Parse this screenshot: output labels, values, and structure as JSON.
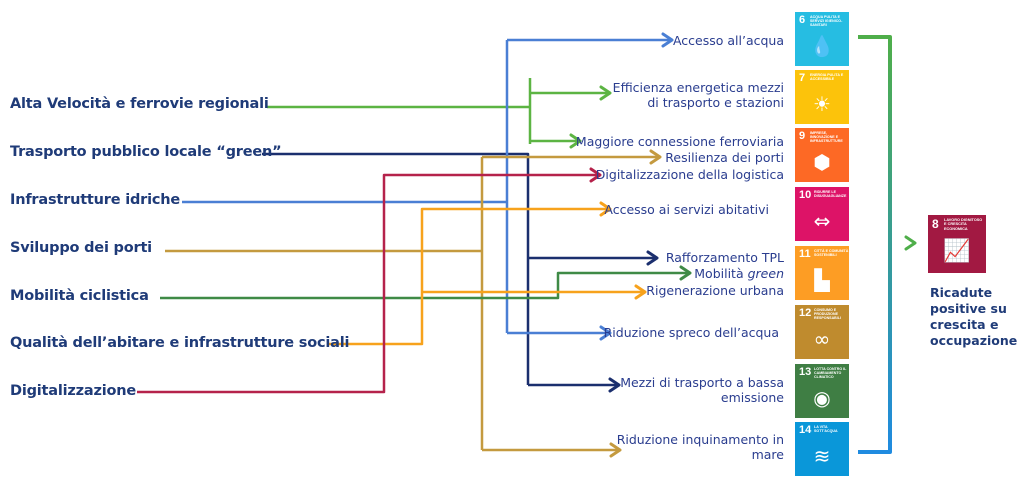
{
  "colors": {
    "text_navy": "#1f3b78",
    "line_light_green": "#5cb443",
    "line_navy": "#1b2f6e",
    "line_blue": "#4a7fd4",
    "line_ochre": "#c49a3f",
    "line_dark_green": "#3f8a46",
    "line_orange": "#f7a21c",
    "line_crimson": "#b5224b",
    "bracket_top": "#4fae4a",
    "bracket_bottom": "#1f8be0"
  },
  "sources": [
    {
      "id": "alta-velocita",
      "label": "Alta Velocità e ferrovie regionali"
    },
    {
      "id": "tpl-green",
      "label": "Trasporto pubblico locale “green”"
    },
    {
      "id": "infrastrutture-idriche",
      "label": "Infrastrutture idriche"
    },
    {
      "id": "sviluppo-porti",
      "label": "Sviluppo dei porti"
    },
    {
      "id": "mobilita-ciclistica",
      "label": "Mobilità ciclistica"
    },
    {
      "id": "qualita-abitare",
      "label": "Qualità dell’abitare e infrastrutture sociali"
    },
    {
      "id": "digitalizzazione",
      "label": "Digitalizzazione"
    }
  ],
  "outcomes": [
    {
      "id": "accesso-acqua",
      "lines": [
        "Accesso all’acqua"
      ]
    },
    {
      "id": "efficienza-energetica",
      "lines": [
        "Efficienza energetica mezzi",
        "di trasporto e stazioni"
      ]
    },
    {
      "id": "connessione-ferroviaria",
      "lines": [
        "Maggiore connessione ferroviaria"
      ]
    },
    {
      "id": "resilienza-porti",
      "lines": [
        "Resilienza dei porti"
      ]
    },
    {
      "id": "digitalizzazione-logistica",
      "lines": [
        "Digitalizzazione della logistica"
      ]
    },
    {
      "id": "servizi-abitativi",
      "lines": [
        "Accesso ai servizi abitativi"
      ]
    },
    {
      "id": "rafforzamento-tpl",
      "lines": [
        "Rafforzamento TPL"
      ]
    },
    {
      "id": "mobilita-green",
      "lines": [
        "Mobilità"
      ],
      "italic_suffix": "green"
    },
    {
      "id": "rigenerazione-urbana",
      "lines": [
        "Rigenerazione urbana"
      ]
    },
    {
      "id": "spreco-acqua",
      "lines": [
        "Riduzione spreco dell’acqua"
      ]
    },
    {
      "id": "mezzi-bassa-emissione",
      "lines": [
        "Mezzi di trasporto a bassa",
        "emissione"
      ]
    },
    {
      "id": "inquinamento-mare",
      "lines": [
        "Riduzione inquinamento in",
        "mare"
      ]
    }
  ],
  "sdg_goals": [
    {
      "number": "6",
      "title": "Acqua pulita e servizi igienico-sanitari",
      "color": "#26bde2",
      "icon": "water-drop-icon",
      "glyph": "💧"
    },
    {
      "number": "7",
      "title": "Energia pulita e accessibile",
      "color": "#fcc30b",
      "icon": "sun-icon",
      "glyph": "☀"
    },
    {
      "number": "9",
      "title": "Imprese, innovazione e infrastrutture",
      "color": "#fd6925",
      "icon": "cubes-icon",
      "glyph": "⬢"
    },
    {
      "number": "10",
      "title": "Ridurre le disuguaglianze",
      "color": "#dd1367",
      "icon": "equality-arrows-icon",
      "glyph": "⇔"
    },
    {
      "number": "11",
      "title": "Città e comunità sostenibili",
      "color": "#fd9d24",
      "icon": "city-buildings-icon",
      "glyph": "▙"
    },
    {
      "number": "12",
      "title": "Consumo e produzione responsabili",
      "color": "#bf8b2e",
      "icon": "infinity-icon",
      "glyph": "∞"
    },
    {
      "number": "13",
      "title": "Lotta contro il cambiamento climatico",
      "color": "#3f7e44",
      "icon": "eye-globe-icon",
      "glyph": "◉"
    },
    {
      "number": "14",
      "title": "La vita sott'acqua",
      "color": "#0a97d9",
      "icon": "fish-icon",
      "glyph": "≋"
    }
  ],
  "final_goal": {
    "number": "8",
    "title": "Lavoro dignitoso e crescita economica",
    "color": "#a21942",
    "icon": "growth-chart-icon",
    "glyph": "📈",
    "caption": "Ricadute\npositive su\ncrescita e\noccupazione"
  }
}
